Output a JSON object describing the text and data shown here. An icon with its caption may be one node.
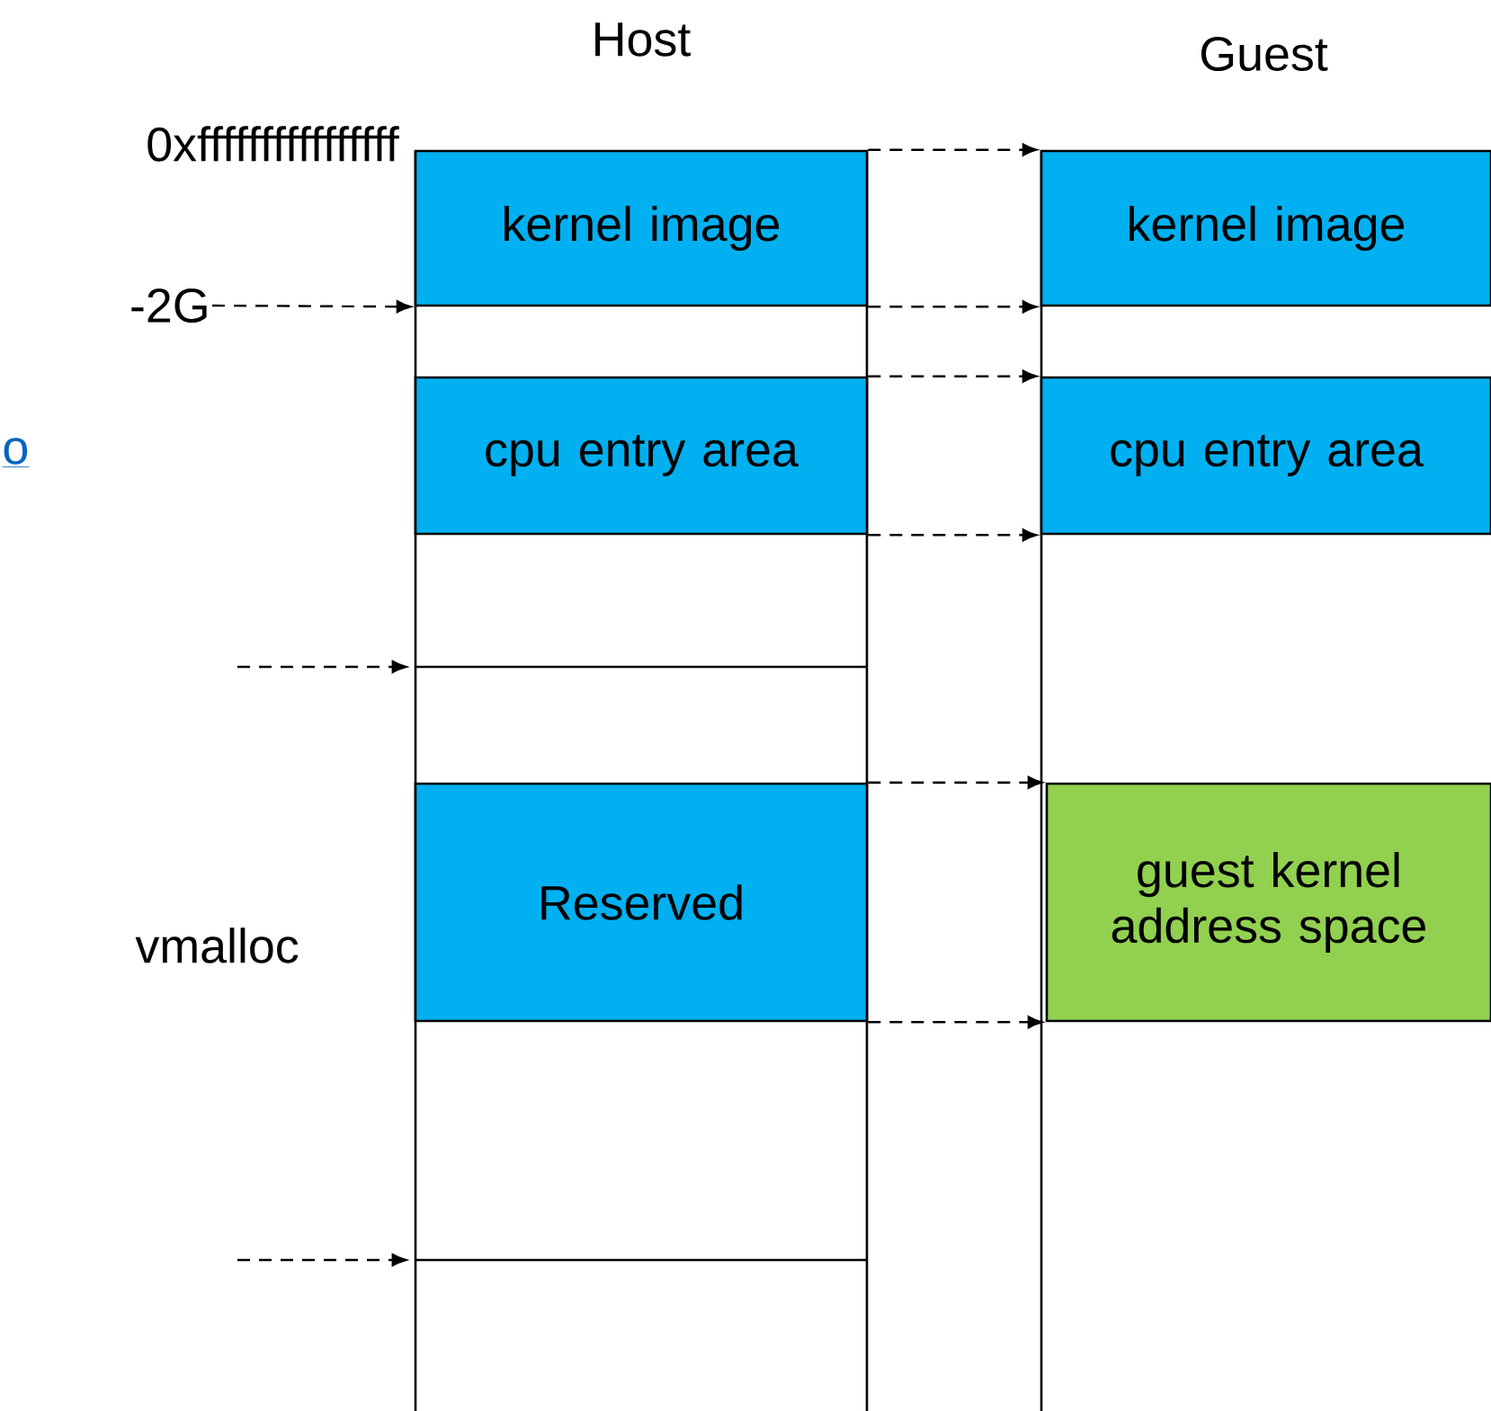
{
  "diagram": {
    "nodes": [
      {
        "text": [
          "Host"
        ]
      },
      {
        "text": [
          "kernel image"
        ],
        "in": 0
      },
      {
        "text": [
          "cpu entry area"
        ],
        "in": 0
      },
      {
        "text": [
          "Reserved"
        ],
        "in": 0
      },
      {
        "text": [
          "Guest"
        ]
      },
      {
        "text": [
          "kernel image"
        ]
      },
      {
        "text": [
          "cpu entry area"
        ]
      },
      {
        "text": [
          "guest kernel address space"
        ]
      },
      {
        "text": [
          "-2G"
        ]
      }
    ],
    "edges": [
      {
        "from": 1,
        "to": 5,
        "arrow": "to",
        "style": "dashed"
      },
      {
        "from": 1,
        "to": 5,
        "arrow": "to",
        "style": "dashed"
      },
      {
        "from": 2,
        "to": 6,
        "arrow": "to",
        "style": "dashed"
      },
      {
        "from": 2,
        "to": 6,
        "arrow": "to",
        "style": "dashed"
      },
      {
        "from": 3,
        "to": 7,
        "arrow": "to",
        "style": "dashed"
      },
      {
        "from": 3,
        "to": 7,
        "arrow": "to",
        "style": "dashed"
      },
      {
        "from": 8,
        "to": 1,
        "arrow": "to",
        "style": "dashed"
      },
      {
        "from": null,
        "to": 0,
        "arrow": "to",
        "style": "dashed"
      },
      {
        "from": null,
        "to": 0,
        "arrow": "to",
        "style": "dashed"
      }
    ],
    "labels": [
      "0xffffffffffffffff",
      "o",
      "vmalloc"
    ]
  }
}
